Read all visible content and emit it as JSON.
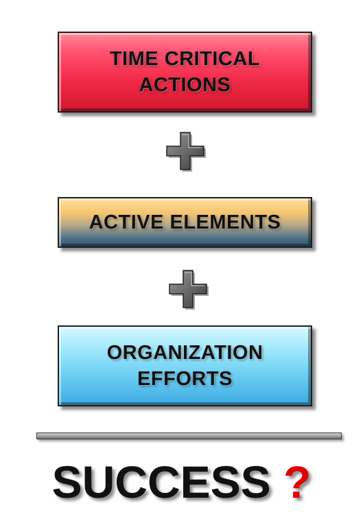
{
  "boxes": [
    {
      "lines": [
        "TIME CRITICAL",
        "ACTIONS"
      ]
    },
    {
      "lines": [
        "ACTIVE ELEMENTS"
      ]
    },
    {
      "lines": [
        "ORGANIZATION",
        "EFFORTS"
      ]
    }
  ],
  "operators": [
    "plus-icon",
    "plus-icon"
  ],
  "result": {
    "text": "SUCCESS",
    "mark": "?"
  },
  "colors": {
    "box1": "#f22a48",
    "box2_top": "#f6c66f",
    "box2_bottom": "#33566e",
    "box3": "#6fd0f3",
    "operator": "#6a6a6a",
    "question_mark": "#e00000"
  }
}
